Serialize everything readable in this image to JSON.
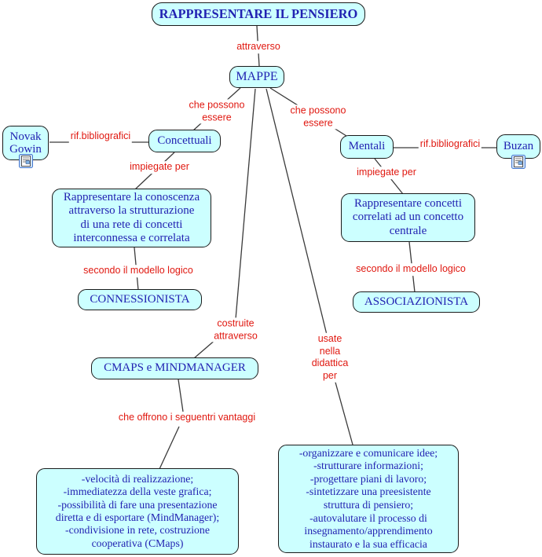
{
  "theme": {
    "canvas_bg": "#ffffff",
    "node_fill": "#ccffff",
    "node_border": "#1a1a1a",
    "node_text": "#2222b2",
    "link_text": "#e01810",
    "line": "#3a3a3a"
  },
  "nodes": {
    "title": "RAPPRESENTARE IL PENSIERO",
    "mappe": "MAPPE",
    "novak": "Novak\nGowin",
    "concettuali": "Concettuali",
    "mentali": "Mentali",
    "buzan": "Buzan",
    "leftbig": "Rappresentare la conoscenza\nattraverso la strutturazione\ndi una rete di concetti\ninterconnessa e correlata",
    "rightbig": "Rappresentare concetti\ncorrelati ad un concetto\ncentrale",
    "connessionista": "CONNESSIONISTA",
    "associazionista": "ASSOCIAZIONISTA",
    "cmaps": "CMAPS e MINDMANAGER",
    "bottomleft": "-velocità di realizzazione;\n-immediatezza della veste grafica;\n-possibilità di fare una presentazione\ndiretta e di esportare (MindManager);\n-condivisione in rete, costruzione\ncooperativa (CMaps)",
    "bottomright": "-organizzare e comunicare idee;\n-strutturare informazioni;\n-progettare piani di lavoro;\n-sintetizzare una preesistente\nstruttura di pensiero;\n-autovalutare il processo di\ninsegnamento/apprendimento\ninstaurato e la sua efficacia"
  },
  "links": {
    "attraverso": "attraverso",
    "che_possono_left": "che possono\nessere",
    "che_possono_right": "che possono\nessere",
    "rif_left": "rif.bibliografici",
    "rif_right": "rif.bibliografici",
    "impiegate_left": "impiegate per",
    "impiegate_right": "impiegate per",
    "secondo_left": "secondo il modello logico",
    "secondo_right": "secondo il modello logico",
    "costruite": "costruite\nattraverso",
    "usate": "usate\nnella\ndidattica\nper",
    "che_offrono": "che offrono i seguentri vantaggi"
  },
  "icons": {
    "resource": "document-with-image"
  }
}
